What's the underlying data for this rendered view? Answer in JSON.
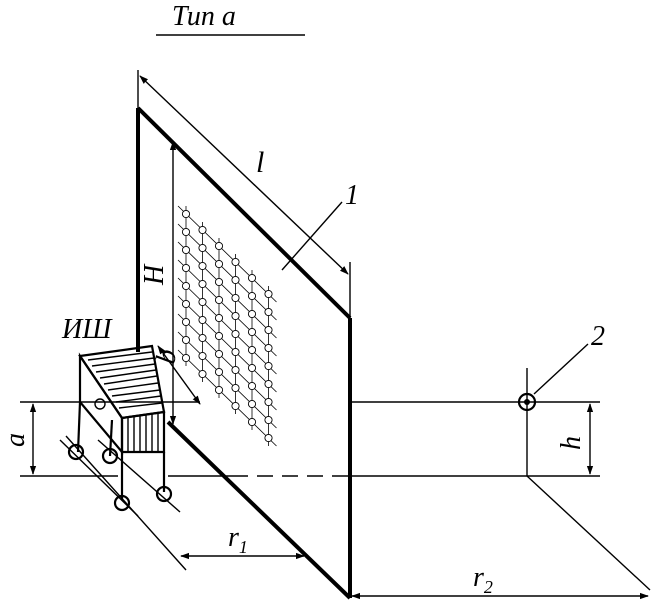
{
  "figure": {
    "title": "Тип а",
    "labels": {
      "l": "l",
      "H": "H",
      "b": "b",
      "a": "a",
      "h": "h",
      "r1": "r",
      "r1_sub": "1",
      "r2": "r",
      "r2_sub": "2",
      "ish": "ИШ",
      "callout_1": "1",
      "callout_2": "2"
    }
  }
}
